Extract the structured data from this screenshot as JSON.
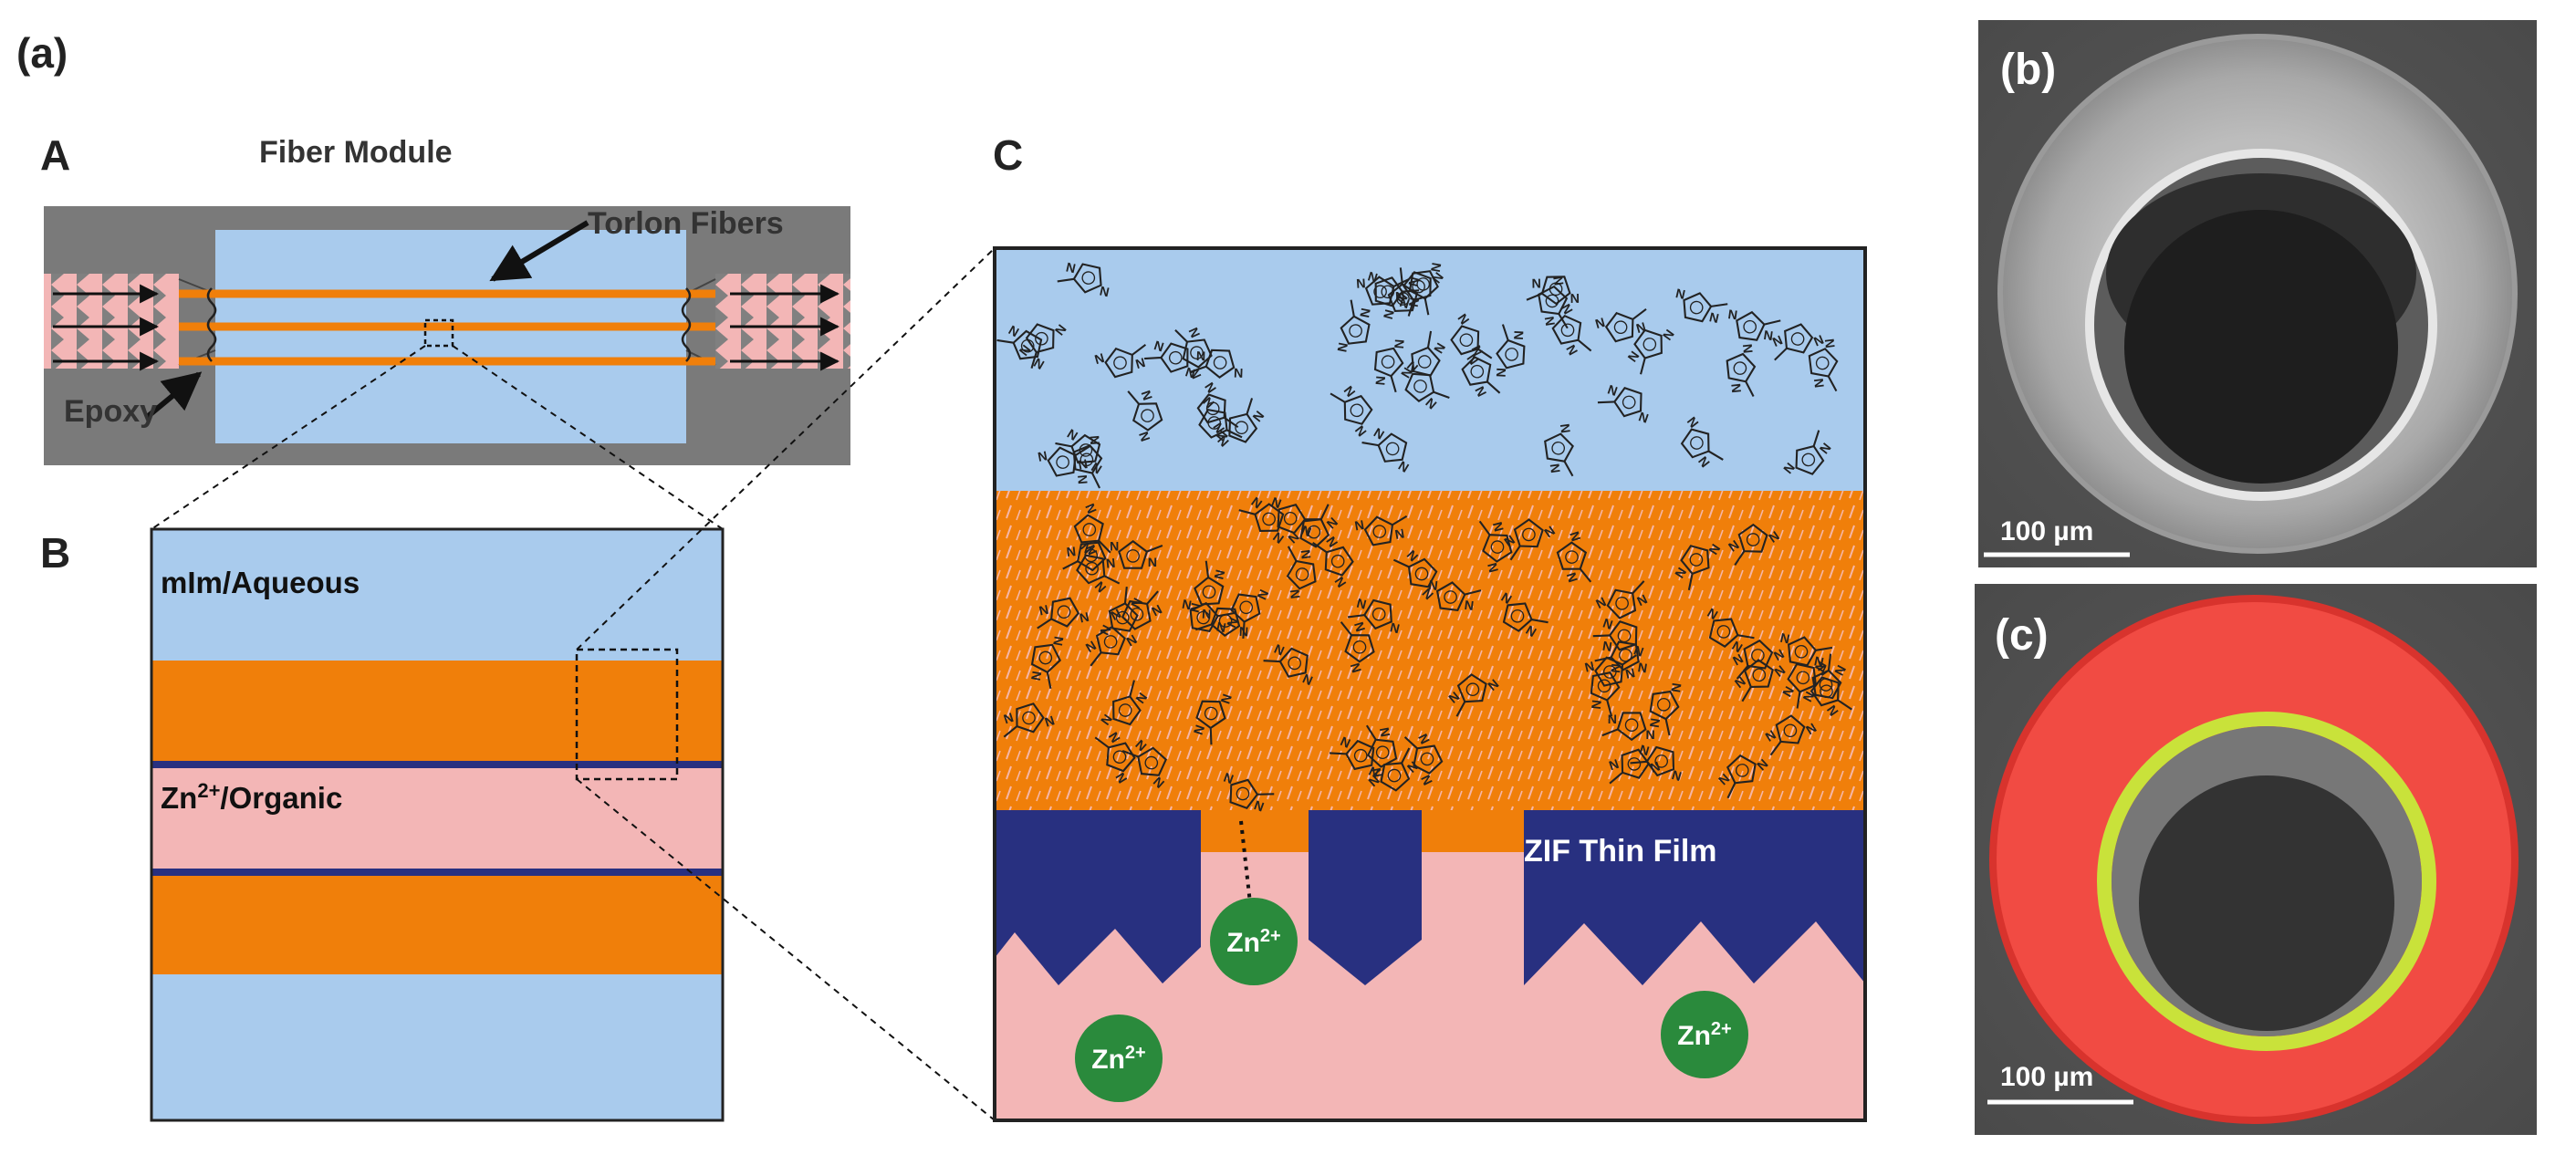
{
  "labels": {
    "main_panel": "(a)",
    "panel_A": "A",
    "panel_B": "B",
    "panel_C": "C",
    "panel_b": "(b)",
    "panel_c": "(c)"
  },
  "module": {
    "title": "Fiber Module",
    "fibers_label": "Torlon Fibers",
    "epoxy_label": "Epoxy"
  },
  "layers": {
    "aqueous_label": "mIm/Aqueous",
    "organic_label": "Zn",
    "organic_sup": "2+",
    "organic_suffix": "/Organic"
  },
  "detail": {
    "film_label": "ZIF Thin Film",
    "ion_label": "Zn",
    "ion_sup": "2+"
  },
  "micrographs": {
    "scale_b": "100 µm",
    "scale_c": "100 µm"
  },
  "colors": {
    "aqueous": "#a9cbed",
    "organic": "#f3b6b6",
    "zif": "#f07f0a",
    "fiber": "#283080",
    "ion": "#2a8a3c",
    "epoxy": "#7a7a7a"
  }
}
